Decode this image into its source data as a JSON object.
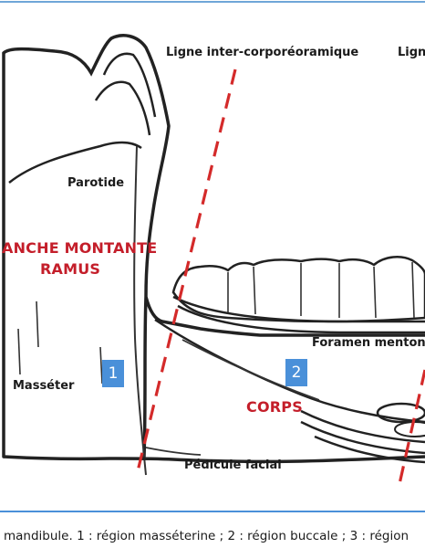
{
  "accent_color": "#4a90d9",
  "label_red": "#c41e2a",
  "lines": {
    "inter_corporeoramique": "Ligne inter-corporéoramique",
    "second": "Lign"
  },
  "labels": {
    "parotide": "Parotide",
    "branche": "ANCHE MONTANTE",
    "ramus": "RAMUS",
    "masseter": "Masséter",
    "foramen": "Foramen mentonn",
    "corps": "CORPS",
    "pedicule": "Pédicule facial"
  },
  "badges": {
    "b1": "1",
    "b2": "2"
  },
  "caption": "mandibule. 1 : région masséterine ; 2 : région buccale ; 3 : région"
}
